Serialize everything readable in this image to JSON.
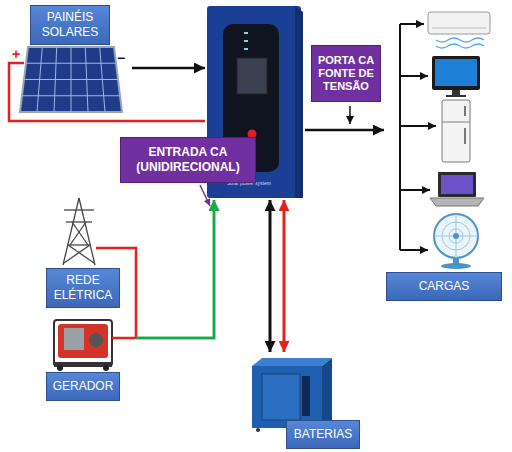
{
  "diagram": {
    "nodes": [
      {
        "text": [
          "PAINÉIS SOLARES"
        ]
      },
      {
        "text": [
          "Solar power system"
        ]
      },
      {
        "text": [
          "PORTA CA FONTE DE TENSÃO"
        ]
      },
      {
        "text": [
          "ENTRADA CA (UNIDIRECIONAL)"
        ]
      },
      {
        "text": [
          "REDE ELÉTRICA"
        ]
      },
      {
        "text": [
          "CARGAS"
        ]
      },
      {
        "text": [
          "GERADOR"
        ]
      },
      {
        "text": [
          "BATERIAS"
        ]
      }
    ],
    "edges": [
      {
        "from": 0,
        "to": 1,
        "arrow": "to"
      },
      {
        "from": 0,
        "to": 1,
        "arrow": "none"
      },
      {
        "from": 1,
        "to": 5,
        "arrow": "to"
      },
      {
        "from": 4,
        "to": 1,
        "arrow": "to"
      },
      {
        "from": 6,
        "to": 1,
        "arrow": "to"
      },
      {
        "from": 1,
        "to": 7,
        "arrow": "both"
      },
      {
        "from": 1,
        "to": 7,
        "arrow": "both"
      }
    ],
    "labels": [
      "+",
      "−"
    ]
  }
}
